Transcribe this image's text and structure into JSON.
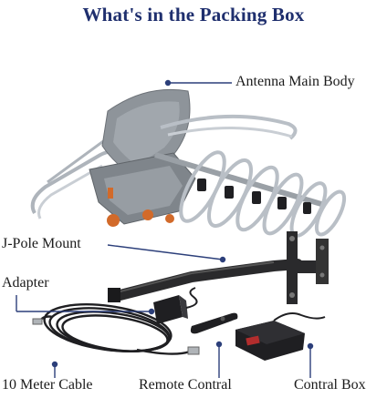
{
  "title": "What's in the Packing Box",
  "labels": {
    "antenna_main_body": "Antenna Main Body",
    "j_pole_mount": "J-Pole Mount",
    "adapter": "Adapter",
    "cable": "10 Meter Cable",
    "remote": "Remote Contral",
    "control_box": "Contral Box"
  },
  "colors": {
    "title": "#1f2f6e",
    "leader": "#2c3f7a",
    "antenna_body": "#8e949a",
    "metal": "#b9bfc6",
    "accent_orange": "#d26a2a",
    "black_part": "#1f1f22",
    "box_red": "#b22d2d"
  }
}
